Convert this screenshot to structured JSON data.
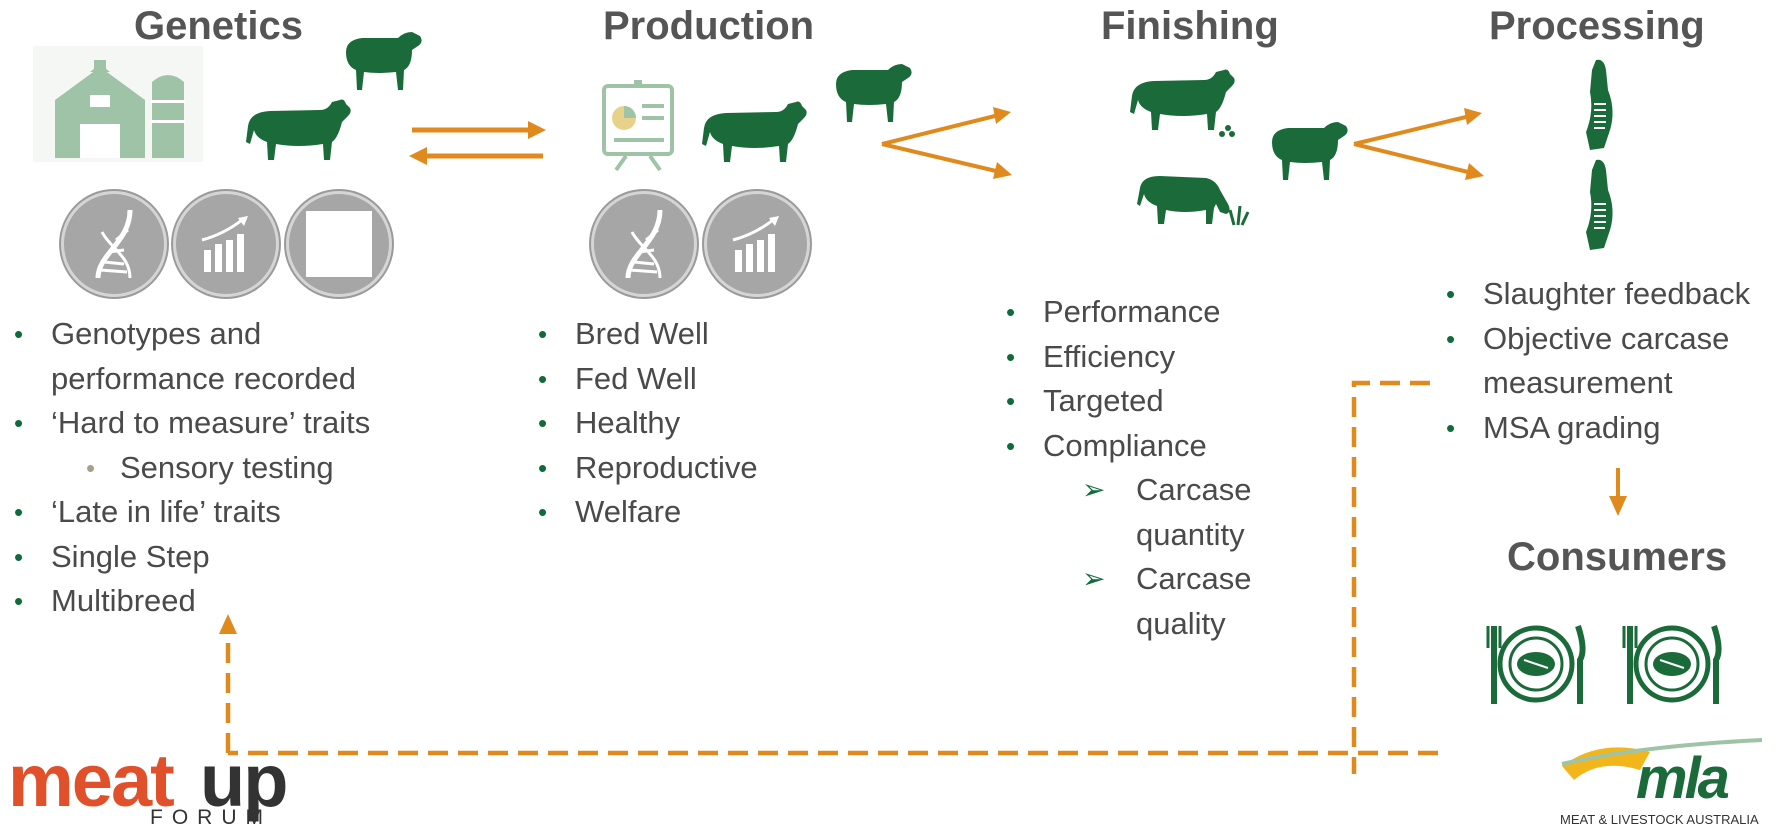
{
  "stages": {
    "genetics": "Genetics",
    "production": "Production",
    "finishing": "Finishing",
    "processing": "Processing",
    "consumers": "Consumers"
  },
  "genetics_points": [
    "Genotypes and",
    "performance recorded",
    "‘Hard to measure’ traits",
    "Sensory testing",
    "‘Late in life’ traits",
    "Single Step",
    "Multibreed"
  ],
  "production_points": [
    "Bred Well",
    "Fed Well",
    "Healthy",
    "Reproductive",
    "Welfare"
  ],
  "finishing_points": [
    "Performance",
    "Efficiency",
    "Targeted",
    "Compliance"
  ],
  "finishing_subpoints": [
    "Carcase",
    "quantity",
    "Carcase",
    "quality"
  ],
  "processing_points": [
    "Slaughter feedback",
    "Objective carcase",
    "measurement",
    "MSA grading"
  ],
  "logos": {
    "meatup_orange": "meat",
    "meatup_dark": "up",
    "meatup_sub": "FORUM",
    "mla_word": "mla",
    "mla_sub": "MEAT & LIVESTOCK AUSTRALIA"
  },
  "icons": [
    "barn-icon",
    "cow-icon",
    "sheep-icon",
    "dna-icon",
    "growth-chart-icon",
    "presentation-board-icon",
    "carcase-icon",
    "plate-steak-icon",
    "feed-icon",
    "grass-icon"
  ],
  "colors": {
    "accent_orange": "#e08a1e",
    "livestock_green": "#1b6b3a",
    "barn_green": "#9fc3a6",
    "circle_grey": "#a6a6a6",
    "heading_grey": "#555555",
    "bullet_green": "#0f6b3a"
  }
}
